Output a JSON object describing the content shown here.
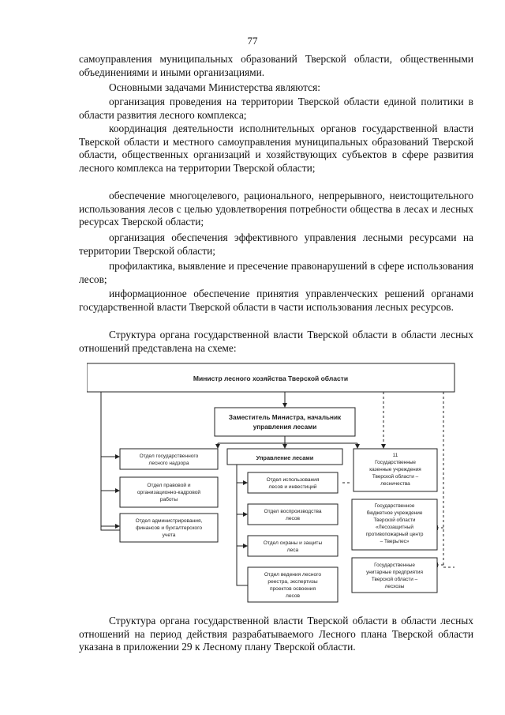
{
  "page_number": "77",
  "paragraphs": [
    "самоуправления муниципальных образований Тверской области, общественными объединениями и иными организациями.",
    "Основными задачами Министерства являются:",
    "организация проведения на территории Тверской области единой политики в области развития лесного комплекса;",
    "координация деятельности исполнительных органов государственной власти Тверской области и местного самоуправления муниципальных образований Тверской области, общественных организаций и хозяйствующих субъектов в сфере развития лесного комплекса на территории Тверской области;",
    "обеспечение многоцелевого, рационального, непрерывного, неистощительного использования лесов с целью удовлетворения потребности общества в лесах и лесных ресурсах Тверской области;",
    "организация обеспечения эффективного управления лесными ресурсами на территории Тверской области;",
    "профилактика, выявление и пресечение правонарушений в сфере использования лесов;",
    "информационное обеспечение принятия управленческих решений органами государственной власти Тверской области в части использования лесных ресурсов.",
    "Структура органа государственной власти Тверской области в области лесных отношений представлена на схеме:",
    "Структура органа государственной власти Тверской области в области лесных отношений на период действия разрабатываемого Лесного плана Тверской области указана в приложении 29 к Лесному плану Тверской области."
  ],
  "diagram": {
    "minister": "Министр лесного хозяйства Тверской области",
    "deputy": [
      "Заместитель Министра, начальник",
      "управления лесами"
    ],
    "left_boxes": [
      [
        "Отдел государственного",
        "лесного надзора"
      ],
      [
        "Отдел правовой и",
        "организационно-кадровой",
        "работы"
      ],
      [
        "Отдел администрирования,",
        "финансов и бухгалтерского",
        "учета"
      ]
    ],
    "forest_management": "Управление лесами",
    "sub_boxes": [
      [
        "Отдел использования",
        "лесов и инвестиций"
      ],
      [
        "Отдел воспроизводства",
        "лесов"
      ],
      [
        "Отдел охраны и защиты",
        "леса"
      ],
      [
        "Отдел ведения лесного",
        "реестра, экспертизы",
        "проектов освоения",
        "лесов"
      ]
    ],
    "right_boxes": [
      [
        "11",
        "Государственные",
        "казенные учреждения",
        "Тверской области –",
        "лесничества"
      ],
      [
        "Государственное",
        "бюджетное учреждение",
        "Тверской области",
        "«Лесозащитный",
        "противопожарный центр",
        "– Тверьлес»"
      ],
      [
        "Государственные",
        "унитарные предприятия",
        "Тверской области –",
        "лесхозы"
      ]
    ]
  }
}
